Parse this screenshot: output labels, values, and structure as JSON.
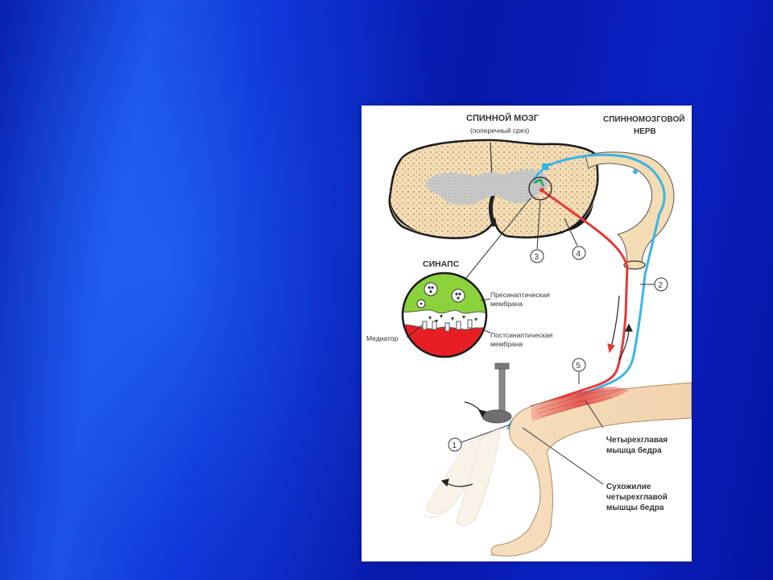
{
  "diagram": {
    "title_line1": "СПИННОЙ МОЗГ",
    "title_line2": "(поперечный срез)",
    "nerve_line1": "СПИННОМОЗГОВОЙ",
    "nerve_line2": "НЕРВ",
    "synapse_title": "СИНАПС",
    "presynaptic_line1": "Пресинаптическая",
    "presynaptic_line2": "мембрана",
    "postsynaptic_line1": "Постсинаптическая",
    "postsynaptic_line2": "мембрана",
    "mediator": "Медиатор",
    "muscle_line1": "Четырехглавая",
    "muscle_line2": "мышца бедра",
    "tendon_line1": "Сухожилие",
    "tendon_line2": "четырехглавой",
    "tendon_line3": "мышцы бедра",
    "markers": [
      "1",
      "2",
      "3",
      "4",
      "5"
    ],
    "colors": {
      "sensory_path": "#3ab4e6",
      "motor_path": "#e23a3a",
      "cord_fill": "#f4dcb4",
      "grey_matter": "#c9c9c9",
      "synapse_pre": "#8cd23c",
      "synapse_post": "#e81e25",
      "slide_background": "#0a22c4"
    }
  }
}
